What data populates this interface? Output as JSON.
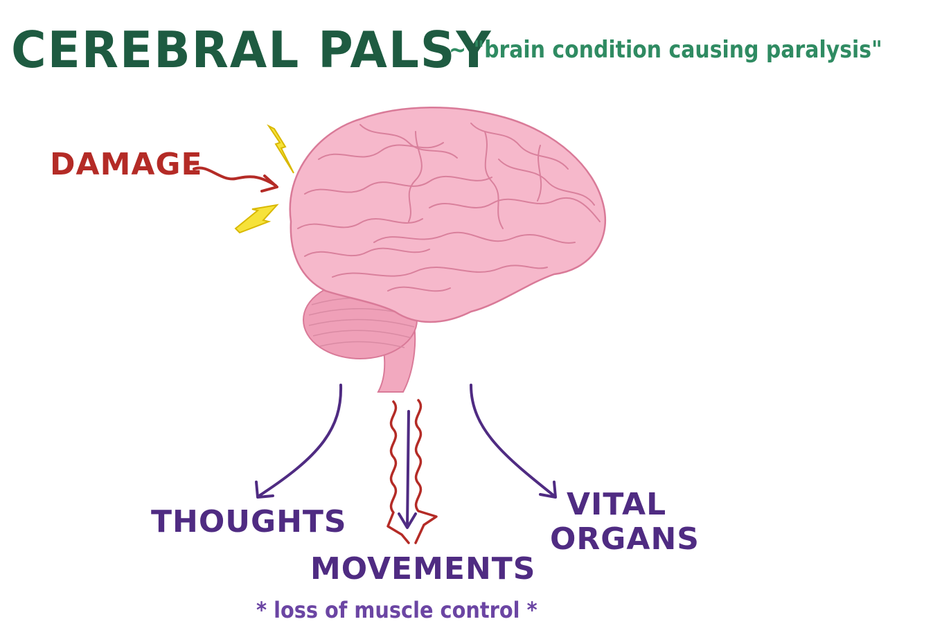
{
  "title": "CEREBRAL PALSY",
  "subtitle": "~ \"brain condition causing paralysis\"",
  "labels": {
    "damage": "DAMAGE",
    "thoughts": "THOUGHTS",
    "movements": "MOVEMENTS",
    "vital": "VITAL",
    "organs": "ORGANS"
  },
  "note": "* loss of muscle control *",
  "colors": {
    "title": "#1e5b41",
    "subtitle": "#2f8b62",
    "damage": "#b42b26",
    "purple": "#4f2b82",
    "brain": "#f4b3c8",
    "brain_line": "#d97a98",
    "lightning": "#f6e23a"
  }
}
